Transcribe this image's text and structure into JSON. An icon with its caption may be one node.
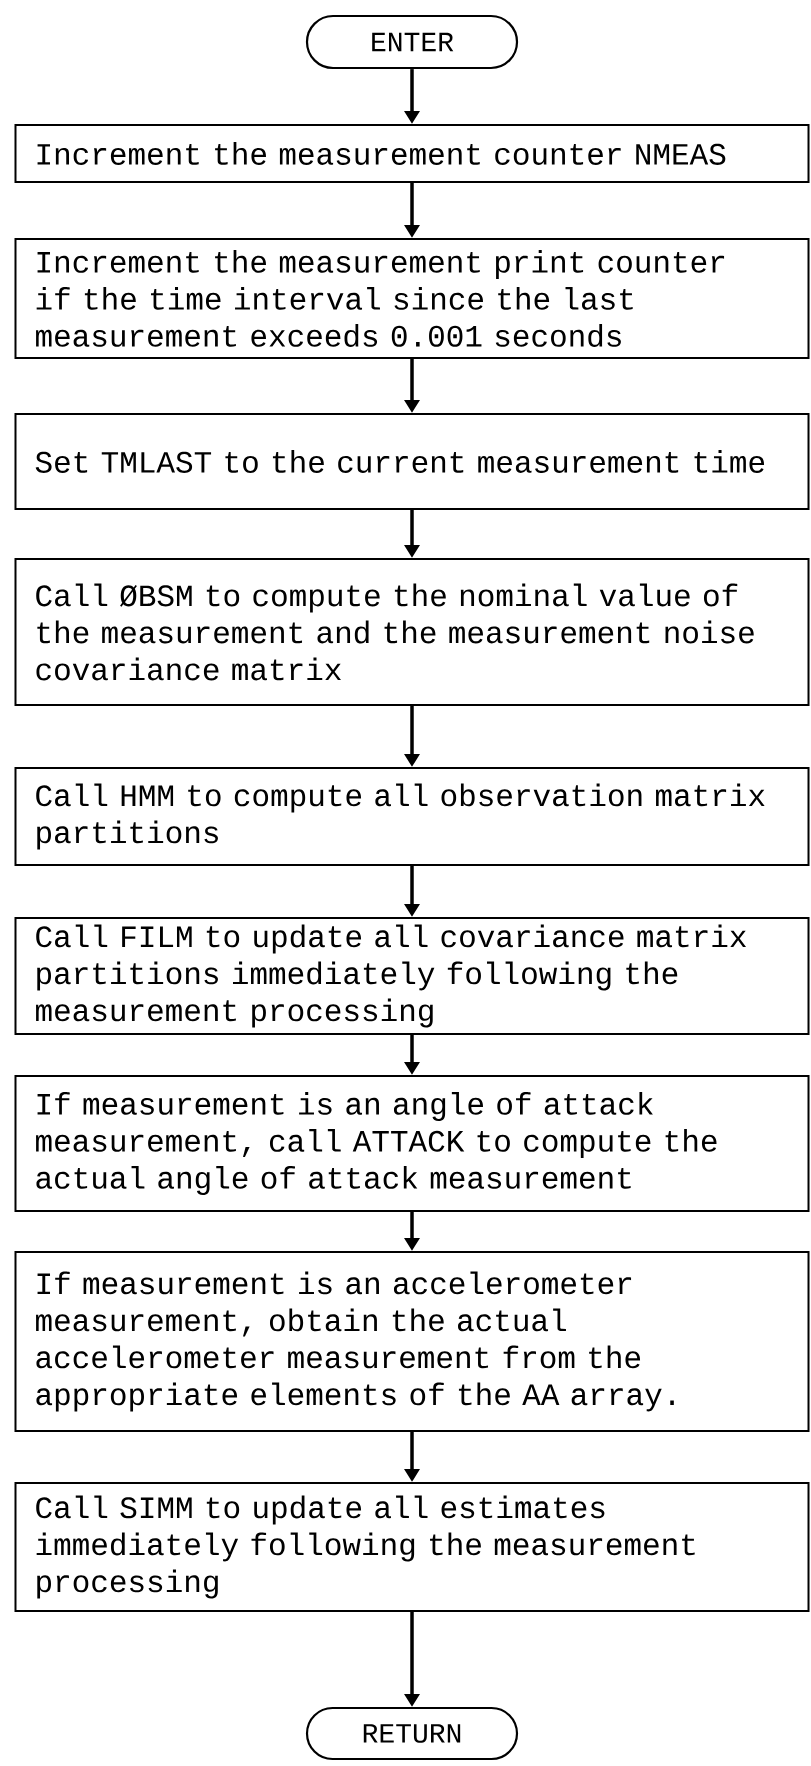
{
  "diagram": {
    "nodes": [
      {
        "text": [
          "ENTER"
        ]
      },
      {
        "text": [
          "Increment the measurement counter NMEAS"
        ]
      },
      {
        "text": [
          "Increment the measurement print counter if the time interval since the last measurement exceeds 0.001 seconds"
        ]
      },
      {
        "text": [
          "Set TMLAST to the current measurement time"
        ]
      },
      {
        "text": [
          "Call ØBSM to compute the nominal value of the measurement and the measurement noise covariance matrix"
        ]
      },
      {
        "text": [
          "Call HMM to compute all observation matrix partitions"
        ]
      },
      {
        "text": [
          "Call FILM to update all covariance matrix partitions immediately following the measurement processing"
        ]
      },
      {
        "text": [
          "If measurement is an angle of attack measurement, call ATTACK to compute the actual angle of attack measurement"
        ]
      },
      {
        "text": [
          "If measurement is an accelerometer measurement, obtain the actual accelerometer measurement from the appropriate elements of the AA array."
        ]
      },
      {
        "text": [
          "Call SIMM to update all estimates immediately following the measurement processing"
        ]
      },
      {
        "text": [
          "RETURN"
        ]
      }
    ],
    "edges": [
      {
        "from": 0,
        "to": 1,
        "arrow": "to"
      },
      {
        "from": 1,
        "to": 2,
        "arrow": "to"
      },
      {
        "from": 2,
        "to": 3,
        "arrow": "to"
      },
      {
        "from": 3,
        "to": 4,
        "arrow": "to"
      },
      {
        "from": 4,
        "to": 5,
        "arrow": "to"
      },
      {
        "from": 5,
        "to": 6,
        "arrow": "to"
      },
      {
        "from": 6,
        "to": 7,
        "arrow": "to"
      },
      {
        "from": 7,
        "to": 8,
        "arrow": "to"
      },
      {
        "from": 8,
        "to": 9,
        "arrow": "to"
      },
      {
        "from": 9,
        "to": 10,
        "arrow": "to"
      }
    ]
  }
}
